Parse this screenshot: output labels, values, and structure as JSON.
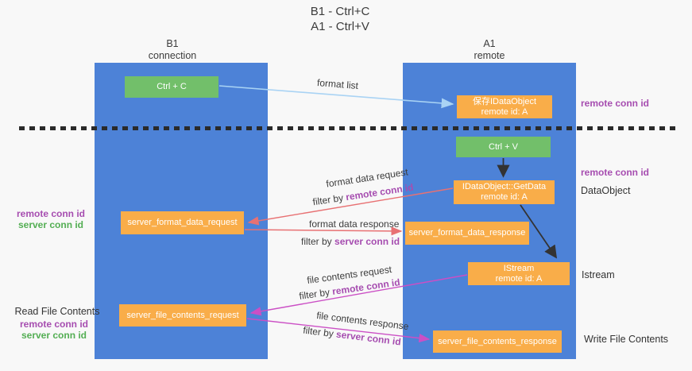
{
  "title": {
    "line1": "B1 - Ctrl+C",
    "line2": "A1 - Ctrl+V"
  },
  "lanes": {
    "b1": {
      "title": "B1",
      "subtitle": "connection"
    },
    "a1": {
      "title": "A1",
      "subtitle": "remote"
    }
  },
  "boxes": {
    "ctrl_c": {
      "label": "Ctrl + C"
    },
    "save_dataobject": {
      "line1": "保存IDataObject",
      "line2": "remote id: A"
    },
    "ctrl_v": {
      "label": "Ctrl + V"
    },
    "getdata": {
      "line1": "IDataObject::GetData",
      "line2": "remote id: A"
    },
    "format_request": {
      "label": "server_format_data_request"
    },
    "format_response": {
      "label": "server_format_data_response"
    },
    "istream": {
      "line1": "IStream",
      "line2": "remote id: A"
    },
    "file_request": {
      "label": "server_file_contents_request"
    },
    "file_response": {
      "label": "server_file_contents_response"
    }
  },
  "arrows": {
    "format_list": {
      "label": "format list"
    },
    "format_data_request": {
      "label": "format data request",
      "filter_prefix": "filter by ",
      "filter_key": "remote conn id"
    },
    "format_data_response": {
      "label": "format data response",
      "filter_prefix": "filter by ",
      "filter_key": "server conn id"
    },
    "file_contents_request": {
      "label": "file contents request",
      "filter_prefix": "filter by ",
      "filter_key": "remote conn id"
    },
    "file_contents_response": {
      "label": "file contents response",
      "filter_prefix": "filter by ",
      "filter_key": "server conn id"
    }
  },
  "side_labels": {
    "right_remote_conn_id_1": "remote conn id",
    "right_remote_conn_id_2": "remote conn id",
    "right_dataobject": "DataObject",
    "right_istream": "Istream",
    "right_write_file": "Write File Contents",
    "left_remote_conn_id_1": "remote conn id",
    "left_server_conn_id_1": "server conn id",
    "left_read_file": "Read File Contents",
    "left_remote_conn_id_2": "remote conn id",
    "left_server_conn_id_2": "server conn id"
  },
  "colors": {
    "lane_blue": "#4d82d7",
    "box_green": "#72bf6a",
    "box_orange": "#f9ad49",
    "arrow_light_blue": "#a9d3f4",
    "arrow_red": "#e87173",
    "arrow_magenta": "#cb4fc5",
    "arrow_black": "#333333",
    "text_purple": "#a64db0",
    "text_green": "#53ae53"
  }
}
